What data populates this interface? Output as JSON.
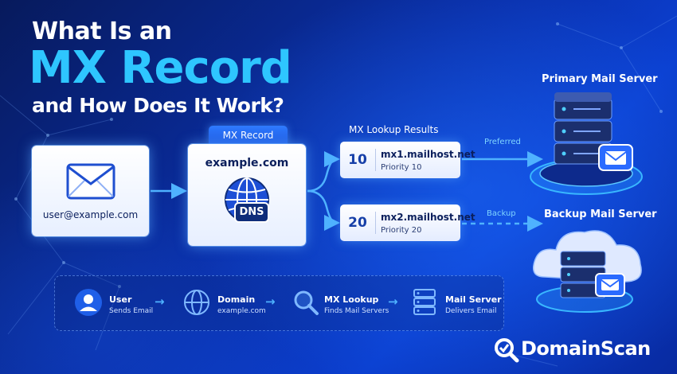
{
  "headline": {
    "line1": "What Is an",
    "line2": "MX Record",
    "line3": "and How Does It Work?"
  },
  "sender": {
    "email": "user@example.com",
    "icon": "envelope-icon"
  },
  "mx_record": {
    "tab_label": "MX Record",
    "domain": "example.com",
    "badge": "DNS",
    "icon": "globe-icon"
  },
  "lookup": {
    "title": "MX Lookup Results",
    "results": [
      {
        "priority": "10",
        "host": "mx1.mailhost.net",
        "detail": "Priority 10",
        "edge_label": "Preferred"
      },
      {
        "priority": "20",
        "host": "mx2.mailhost.net",
        "detail": "Priority 20",
        "edge_label": "Backup"
      }
    ]
  },
  "servers": {
    "primary": "Primary Mail Server",
    "backup": "Backup Mail Server"
  },
  "flow": [
    {
      "title": "User",
      "subtitle": "Sends Email",
      "icon": "user-icon"
    },
    {
      "title": "Domain",
      "subtitle": "example.com",
      "icon": "globe-icon"
    },
    {
      "title": "MX Lookup",
      "subtitle": "Finds Mail Servers",
      "icon": "magnifier-icon"
    },
    {
      "title": "Mail Server",
      "subtitle": "Delivers Email",
      "icon": "server-icon"
    }
  ],
  "brand": {
    "name": "DomainScan",
    "icon": "magnifier-icon"
  },
  "colors": {
    "background": "#0a2fa8",
    "accent": "#2ec6ff",
    "arrow": "#4fb2ff",
    "card": "#ffffff"
  }
}
